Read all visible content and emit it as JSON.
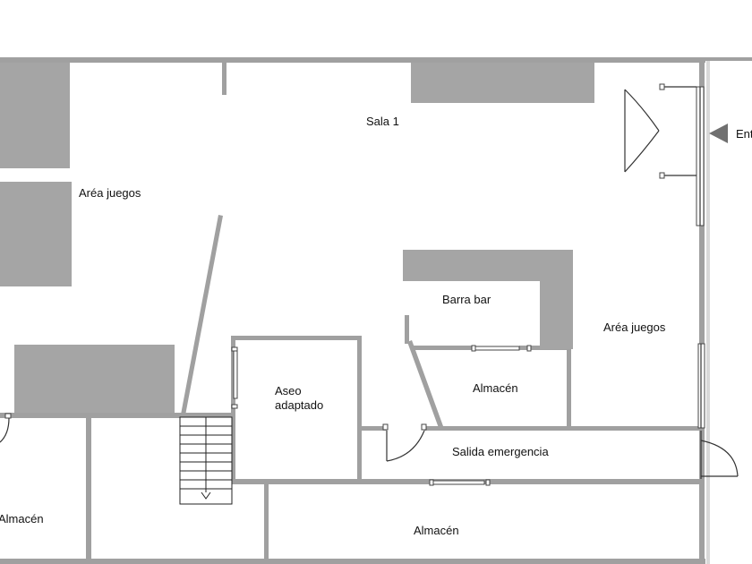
{
  "rooms": {
    "sala1": "Sala 1",
    "area_juegos_left": "Aréa juegos",
    "area_juegos_right": "Aréa juegos",
    "barra_bar": "Barra bar",
    "aseo_line1": "Aseo",
    "aseo_line2": "adaptado",
    "almacen_mid": "Almacén",
    "salida_emergencia": "Salida emergencia",
    "almacen_bottom": "Almacén",
    "almacen_left": "Almacén"
  },
  "entrance": {
    "label": "Ent",
    "icon": "triangle-arrow-icon"
  },
  "colors": {
    "walls": "#a0a0a0",
    "fixtures": "#a5a5a5",
    "background": "#ffffff"
  }
}
